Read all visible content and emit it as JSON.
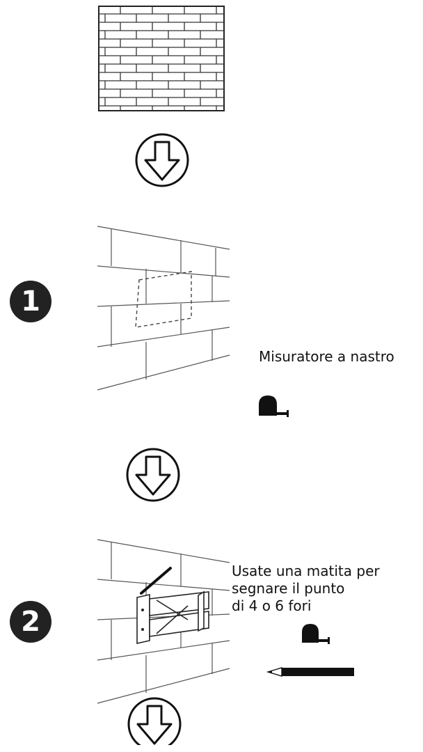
{
  "steps": [
    {
      "number": "1"
    },
    {
      "number": "2"
    }
  ],
  "labels": {
    "tape_measure": "Misuratore a nastro",
    "pencil_note": [
      "Usate una matita per",
      "segnare il punto",
      "di 4 o 6 fori"
    ]
  },
  "icons": {
    "wall": "brick-wall-icon",
    "arrow": "down-arrow-circle-icon",
    "tape": "tape-measure-icon",
    "pencil": "pencil-icon"
  }
}
